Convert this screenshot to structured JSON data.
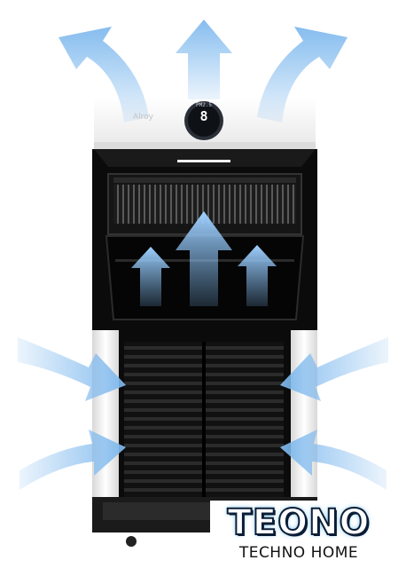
{
  "device": {
    "brand_label": "Alroy",
    "display_value": "8",
    "display_top": "PM2.5"
  },
  "logo": {
    "name": "TEONO",
    "tagline": "TECHNO HOME"
  },
  "colors": {
    "airflow_arrow": "#7fb9ee",
    "body_white": "#f5f5f5",
    "interior": "#0b0b0b"
  }
}
